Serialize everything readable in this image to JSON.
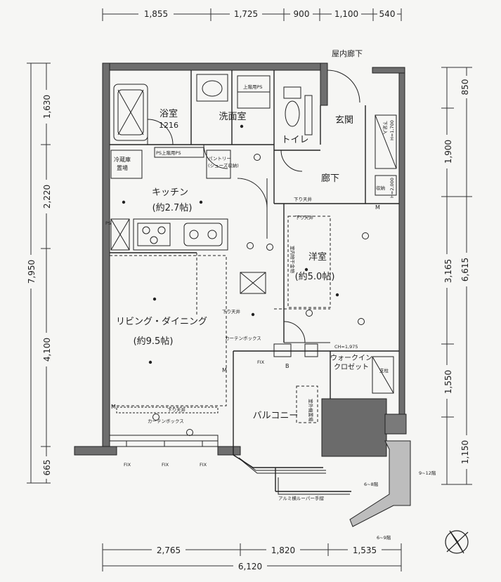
{
  "dimensions": {
    "top": [
      "1,855",
      "1,725",
      "900",
      "1,100",
      "540"
    ],
    "bottom": [
      "2,765",
      "1,820",
      "1,535"
    ],
    "bottom_total": "6,120",
    "left": [
      "1,630",
      "2,220",
      "4,100",
      "665"
    ],
    "left_total": "7,950",
    "right": [
      "850",
      "1,900",
      "3,165",
      "1,550",
      "1,150"
    ],
    "right_total": "6,615"
  },
  "rooms": {
    "bath": "浴室",
    "bath_size": "1216",
    "washroom": "洗面室",
    "toilet": "トイレ",
    "entrance": "玄関",
    "hallway": "廊下",
    "indoor_corridor": "屋内廊下",
    "kitchen": "キッチン",
    "kitchen_size": "(約2.7帖)",
    "western_room": "洋室",
    "western_size": "(約5.0帖)",
    "living_dining": "リビング・ダイニング",
    "living_size": "(約9.5帖)",
    "walk_in_closet_1": "ウォークイン",
    "walk_in_closet_2": "クロゼット",
    "balcony": "バルコニー"
  },
  "labels": {
    "fridge_1": "冷蔵庫",
    "fridge_2": "置場",
    "pantry_1": "パントリー",
    "pantry_2": "(シューズ収納)",
    "ps_label": "PS",
    "ps_exclusive": "PS上階用PS",
    "lowered_ceiling": "下り天井",
    "curtain_box": "カーテンボックス",
    "fix": "FIX",
    "louver": "アルミ横ルーパー手摺",
    "storage": "収納",
    "shelf": "支柱",
    "b_mark": "B",
    "m_mark": "M",
    "clothes_hanger": "室内物干金物",
    "shoe_box": "下足入",
    "ch_1975": "CH=1,975",
    "h2000": "H=2,000",
    "h1700": "H=1,700",
    "range_69": "6~9階",
    "range_68": "6~8階",
    "range_912": "9~12階",
    "upper_floor": "上階用PS",
    "outdoor_unit": "室外機置場"
  }
}
